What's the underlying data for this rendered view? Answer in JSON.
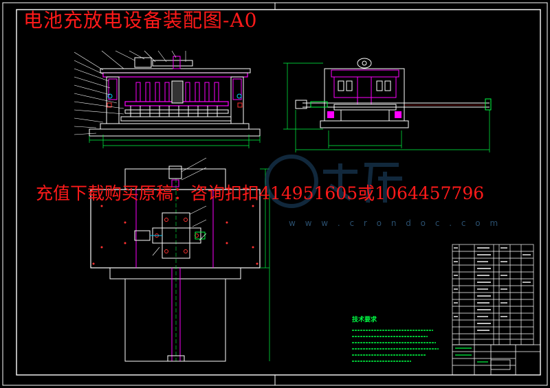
{
  "title": "电池充放电设备装配图-A0",
  "promo": "充值下载购买原稿：咨询扣扣414951605或1064457796",
  "watermark": "w w w . c r o n d o c . c o m",
  "notes_title": "技术要求",
  "colors": {
    "background": "#000000",
    "title": "#ff1a1a",
    "frame": "#ffffff",
    "part_magenta": "#ff00ff",
    "dimension_green": "#00ff44",
    "accent_red": "#ff3030",
    "accent_cyan": "#00d0ff",
    "watermark": "#1f4a6e"
  }
}
